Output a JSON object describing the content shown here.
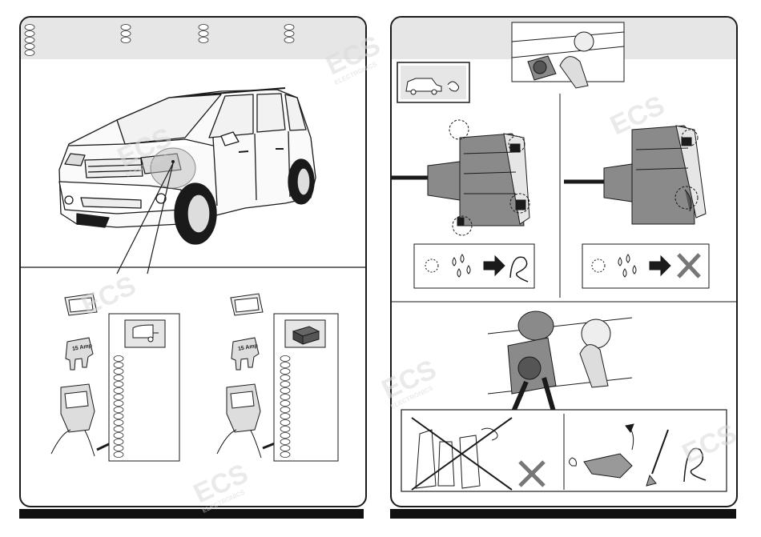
{
  "fuse_left": {
    "rating": "15 Amp"
  },
  "fuse_right": {
    "rating": "15 Amp"
  },
  "watermark": {
    "brand": "ECS",
    "sub": "ELECTRONICS"
  },
  "colors": {
    "line": "#1a1a1a",
    "grey_fill": "#e6e6e6",
    "socket_fill": "#8a8a8a",
    "watermark": "#d8d8d8"
  }
}
